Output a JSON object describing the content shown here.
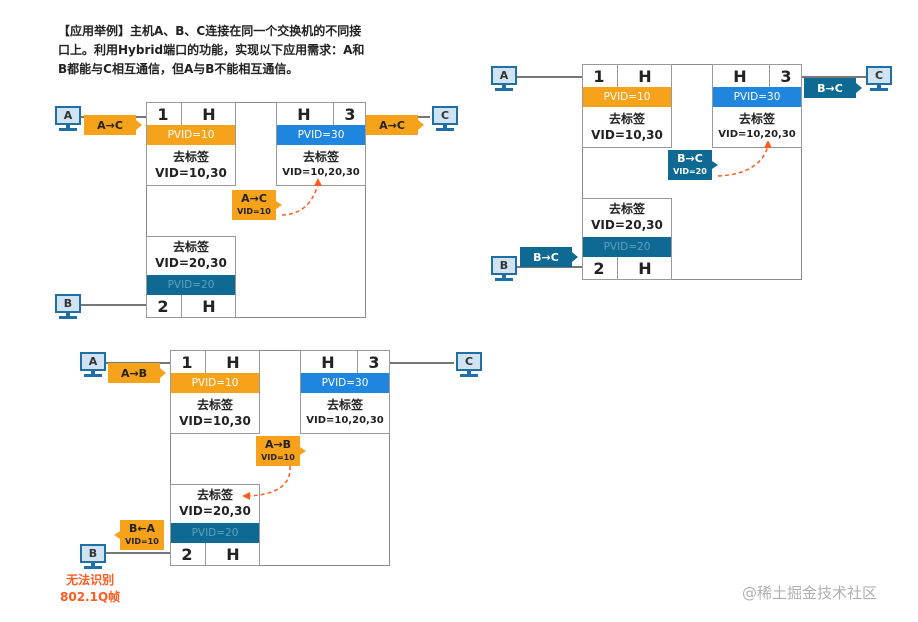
{
  "heading": {
    "line1": "【应用举例】主机A、B、C连接在同一个交换机的不同接",
    "line2": "口上。利用Hybrid端口的功能，实现以下应用需求：A和",
    "line3": "B都能与C相互通信，但A与B不能相互通信。"
  },
  "hosts": {
    "a": "A",
    "b": "B",
    "c": "C"
  },
  "ports": {
    "p1": {
      "num": "1",
      "type": "H",
      "pvid": "PVID=10",
      "untag_label": "去标签",
      "vid": "VID=10,30"
    },
    "p2": {
      "num": "2",
      "type": "H",
      "pvid": "PVID=20",
      "untag_label": "去标签",
      "vid": "VID=20,30"
    },
    "p3": {
      "num": "3",
      "type": "H",
      "pvid": "PVID=30",
      "untag_label": "去标签",
      "vid": "VID=10,20,30"
    }
  },
  "frames": {
    "a_to_c": "A→C",
    "b_to_c": "B→C",
    "a_to_b": "A→B",
    "b_from_a": "B←A",
    "vid10": "VID=10",
    "vid20": "VID=20"
  },
  "note": {
    "line1": "无法识别",
    "line2": "802.1Q帧"
  },
  "watermark": "@稀土掘金技术社区",
  "colors": {
    "orange": "#f7a21b",
    "blue": "#1f86e0",
    "teal": "#0e6a93",
    "note": "#ff5a1f"
  }
}
